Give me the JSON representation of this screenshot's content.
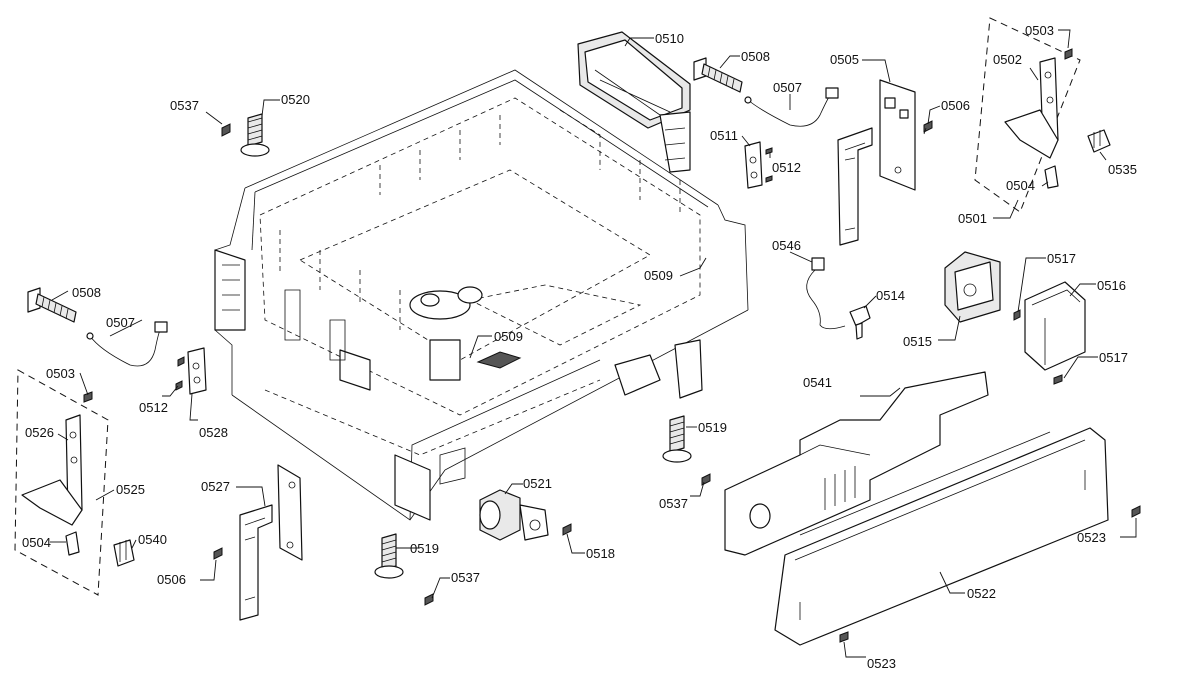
{
  "diagram": {
    "callouts": {
      "c0503_top": "0503",
      "c0502": "0502",
      "c0510": "0510",
      "c0508_top": "0508",
      "c0505": "0505",
      "c0507_top": "0507",
      "c0506_top": "0506",
      "c0537_top": "0537",
      "c0520": "0520",
      "c0511": "0511",
      "c0512_top": "0512",
      "c0535": "0535",
      "c0504_top": "0504",
      "c0501": "0501",
      "c0546": "0546",
      "c0509_top": "0509",
      "c0517_top": "0517",
      "c0516": "0516",
      "c0514": "0514",
      "c0508_left": "0508",
      "c0507_left": "0507",
      "c0509_mid": "0509",
      "c0515": "0515",
      "c0517_bot": "0517",
      "c0503_left": "0503",
      "c0512_left": "0512",
      "c0541": "0541",
      "c0528": "0528",
      "c0526": "0526",
      "c0519_right": "0519",
      "c0525": "0525",
      "c0527": "0527",
      "c0521": "0521",
      "c0537_mid": "0537",
      "c0504_left": "0504",
      "c0540": "0540",
      "c0518": "0518",
      "c0523_right": "0523",
      "c0506_left": "0506",
      "c0519_mid": "0519",
      "c0537_bot": "0537",
      "c0522": "0522",
      "c0523_bot": "0523"
    }
  }
}
